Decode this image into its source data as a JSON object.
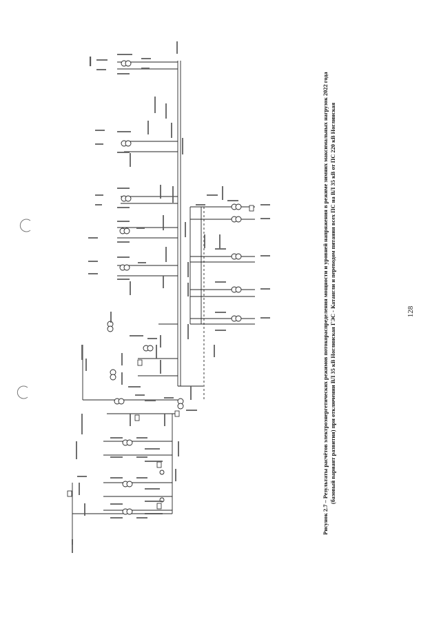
{
  "caption": {
    "line1": "Рисунок 2.7 – Результаты расчётов электроэнергетических режимов потокораспределения мощности и уровней напряжения в режиме зимних максимальных нагрузок 2022 года",
    "line2": "(базовый вариант развития) при отключении ВЛ 35 кВ Ноглинская ГЭС - Катангли и переводом питания всех ПС на ВЛ 35 кВ от ПС 220 кВ Ноглинская"
  },
  "page_number": "128",
  "diagram": {
    "description_hidden": true
  }
}
